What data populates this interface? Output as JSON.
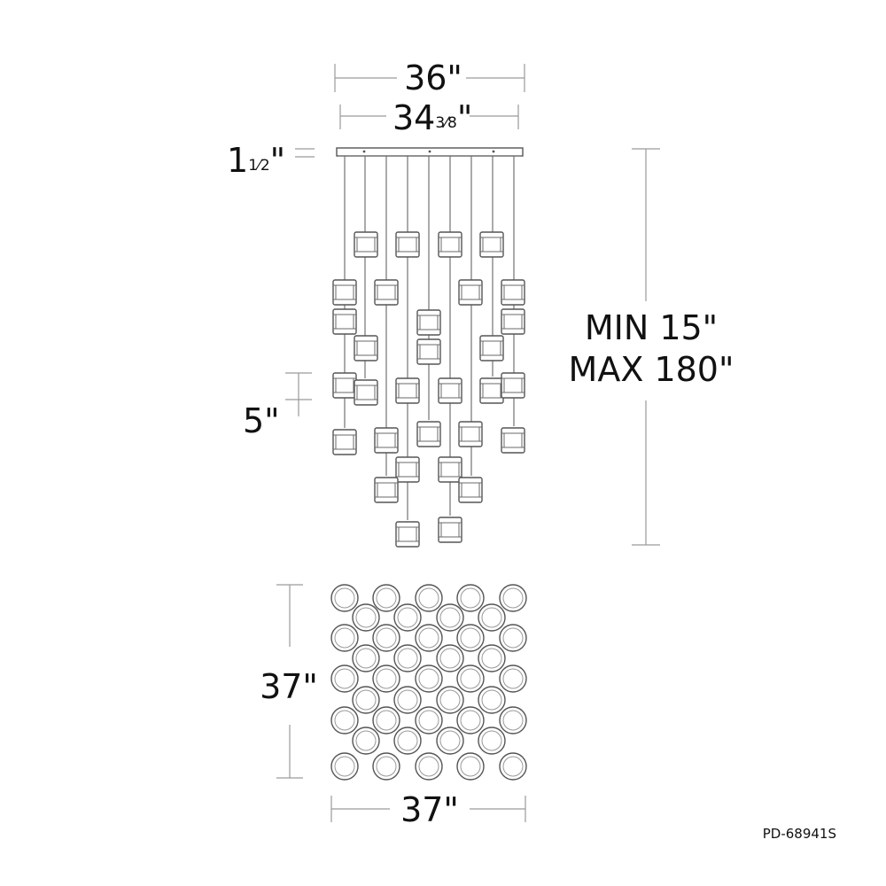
{
  "dimensions": {
    "overall_width": "36\"",
    "canopy_whole": "34",
    "canopy_frac": "3⁄8",
    "canopy_unit": "\"",
    "canopy_height_whole": "1",
    "canopy_height_frac": "1⁄2",
    "canopy_height_unit": "\"",
    "height_min": "MIN 15\"",
    "height_max": "MAX 180\"",
    "shade_height": "5\"",
    "depth": "37\"",
    "width": "37\""
  },
  "model_number": "PD-68941S",
  "colors": {
    "line": "#555555",
    "dimension_line": "#9a9a9a",
    "text": "#111111"
  }
}
